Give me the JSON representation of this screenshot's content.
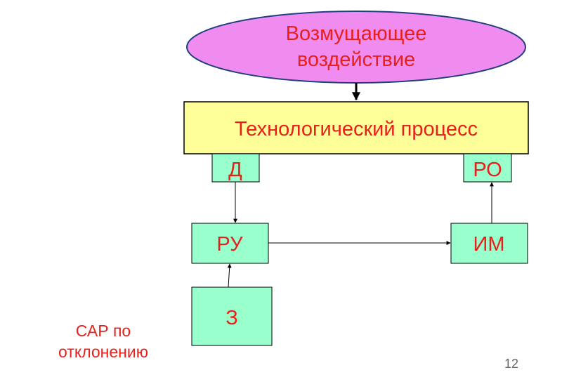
{
  "diagram": {
    "disturbance": {
      "line1": "Возмущающее",
      "line2": "воздействие"
    },
    "process": "Технологический процесс",
    "sensor": "Д",
    "regulating_organ": "РО",
    "regulator": "РУ",
    "actuator": "ИМ",
    "setpoint": "З"
  },
  "caption": {
    "line1": "САР по",
    "line2": "отклонению"
  },
  "page_number": "12",
  "colors": {
    "ellipse_fill": "#f08cf0",
    "process_fill": "#ffff99",
    "block_fill": "#99ffcc",
    "text": "#e8201c",
    "disturbance_text": "#000000",
    "stroke": "#000000"
  }
}
